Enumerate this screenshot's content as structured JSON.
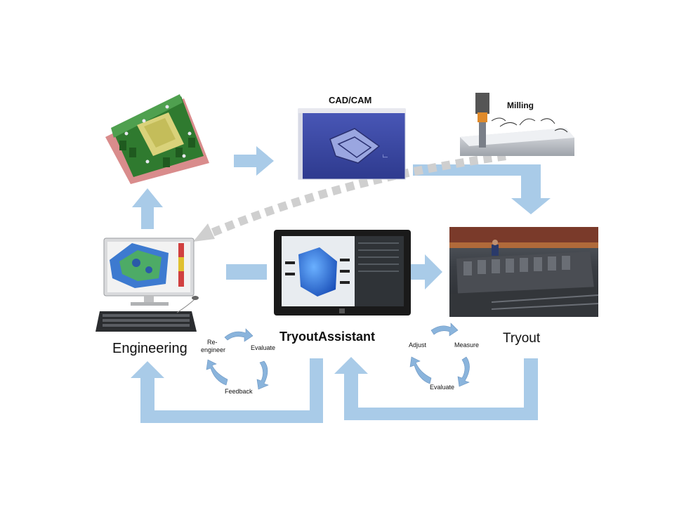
{
  "labels": {
    "cad_cam": "CAD/CAM",
    "milling": "Milling",
    "engineering": "Engineering",
    "tryout_assistant": "TryoutAssistant",
    "tryout": "Tryout"
  },
  "cycle_left": {
    "reengineer_line1": "Re-",
    "reengineer_line2": "engineer",
    "evaluate": "Evaluate",
    "feedback": "Feedback"
  },
  "cycle_right": {
    "adjust": "Adjust",
    "measure": "Measure",
    "evaluate": "Evaluate"
  },
  "colors": {
    "flow_arrow": "#a9cbe8",
    "cycle_arrow": "#8ab4dc",
    "dashed_arrow": "#cfcfcf",
    "die_green": "#2f7a2f",
    "cad_bg": "#3c4aa8",
    "tablet_frame": "#1a1a1a"
  }
}
